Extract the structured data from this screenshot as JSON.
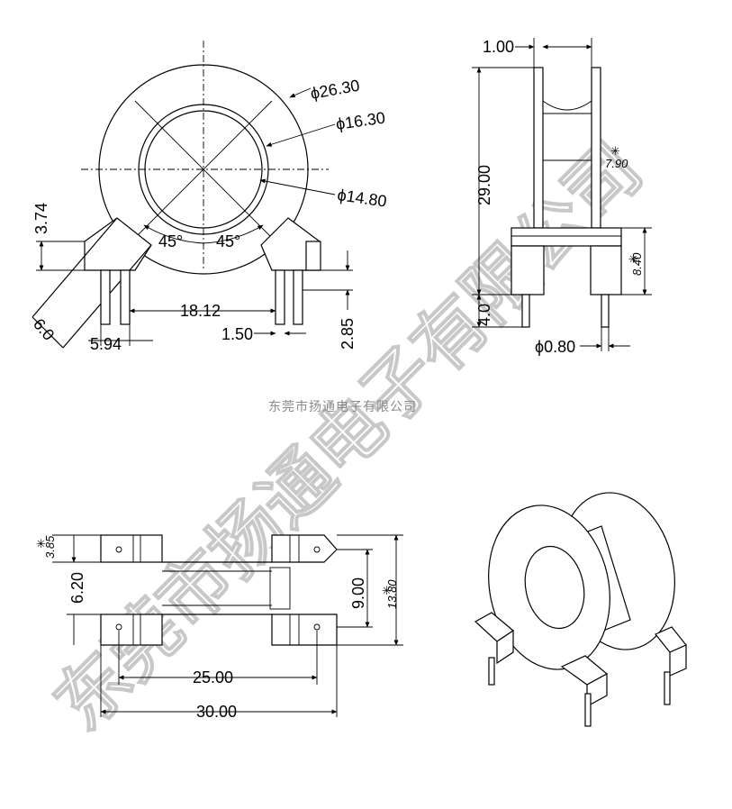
{
  "company_caption": "东莞市扬通电子有限公司",
  "watermark": "东莞市扬通电子有限公司",
  "front_view": {
    "dia_outer": "ϕ26.30",
    "dia_middle": "ϕ16.30",
    "dia_inner": "ϕ14.80",
    "angle_left": "45°",
    "angle_right": "45°",
    "height_left": "3.74",
    "pin_gap": "18.12",
    "pin_offset": "5.94",
    "slot_width": "1.50",
    "slot_depth": "2.85",
    "foot_angle": "6.0"
  },
  "side_view": {
    "flange_thickness": "1.00",
    "height": "29.00",
    "winding_width": "7.90",
    "base_height": "8.40",
    "pin_length": "4.0",
    "pin_dia": "ϕ0.80",
    "star": "✳"
  },
  "bottom_view": {
    "star_dim": "3.85",
    "small_gap": "6.20",
    "inner_span": "9.00",
    "outer_span": "13.80",
    "pin_pitch": "25.00",
    "overall_length": "30.00",
    "star": "✳"
  }
}
